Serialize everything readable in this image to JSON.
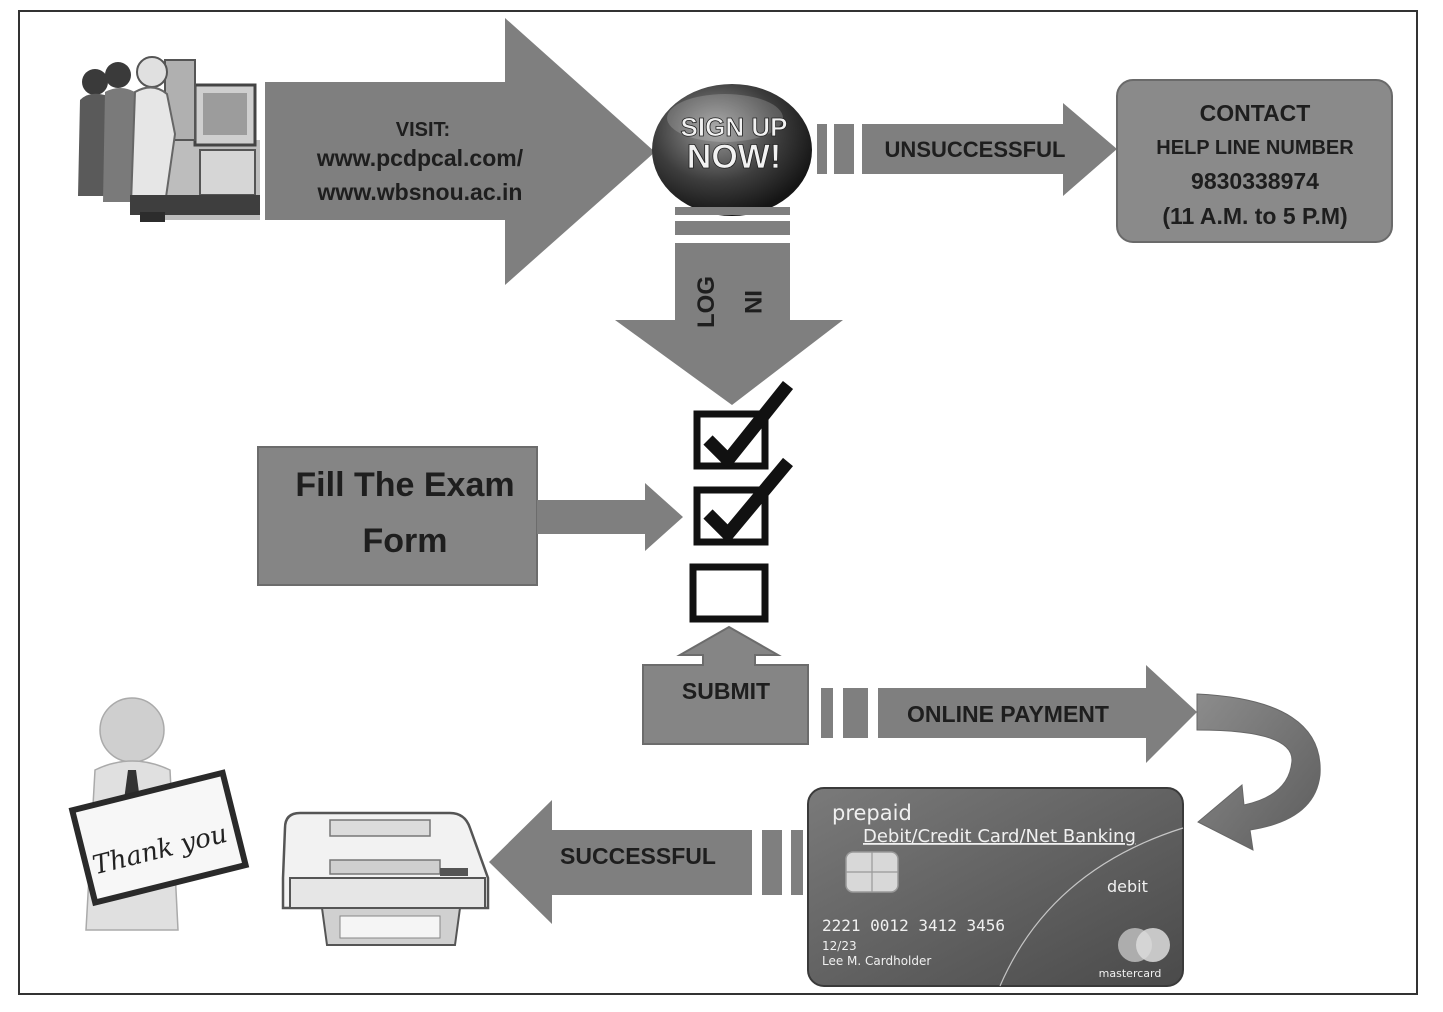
{
  "top_caption": "",
  "visit": {
    "label": "VISIT:",
    "url1": "www.pcdpcal.com/",
    "url2": "www.wbsnou.ac.in"
  },
  "signup": {
    "line1": "SIGN UP",
    "line2": "NOW!"
  },
  "unsuccessful": {
    "label": "UNSUCCESSFUL"
  },
  "contact": {
    "title": "CONTACT",
    "subtitle": "HELP LINE NUMBER",
    "number": "9830338974",
    "hours": "(11 A.M. to 5 P.M)"
  },
  "login": {
    "word1": "LOG",
    "word2": "IN"
  },
  "exam_form": {
    "line1": "Fill The Exam",
    "line2": "Form"
  },
  "checklist": {
    "checked": [
      true,
      true,
      false
    ]
  },
  "submit": {
    "label": "SUBMIT"
  },
  "online_payment": {
    "label": "ONLINE  PAYMENT"
  },
  "card": {
    "prepaid": "prepaid",
    "methods": "Debit/Credit Card/Net Banking",
    "type": "debit",
    "number": "2221 0012 3412 3456",
    "expiry": "12/23",
    "holder": "Lee M. Cardholder",
    "brand": "mastercard"
  },
  "successful": {
    "label": "SUCCESSFUL"
  },
  "thank_you": {
    "text": "Thank you"
  },
  "icons": {
    "computer_users": "people-at-computers-icon",
    "printer": "printer-icon",
    "thank_you_person": "person-holding-sign-icon"
  },
  "colors": {
    "arrow": "#7f7f7f",
    "box": "#858585",
    "contact_box": "#8a8a8a",
    "card": "#6d6d6d",
    "text_dark": "#1e1e1e"
  }
}
